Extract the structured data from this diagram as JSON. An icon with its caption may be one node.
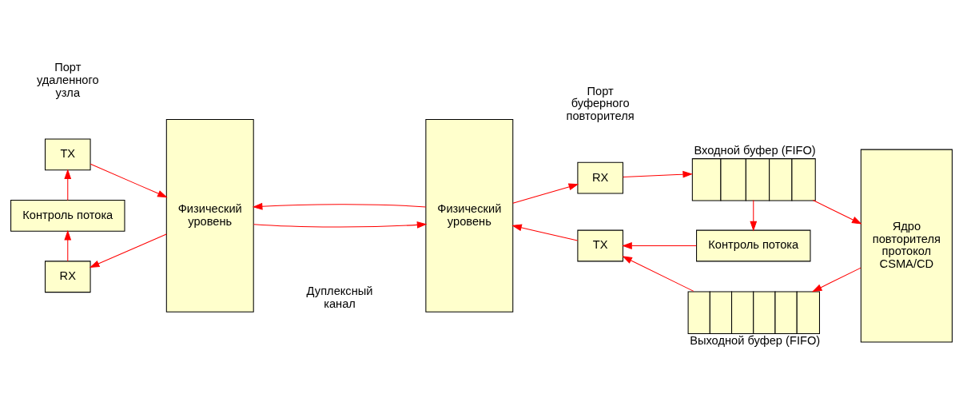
{
  "diagram": {
    "nodes": [
      {
        "text": [
          "TX"
        ]
      },
      {
        "text": [
          "Контроль потока"
        ]
      },
      {
        "text": [
          "RX"
        ]
      },
      {
        "text": [
          "Физический уровень"
        ]
      },
      {
        "text": [
          "Физический уровень"
        ]
      },
      {
        "text": [
          "RX"
        ]
      },
      {
        "text": [
          "Входной буфер (FIFO)"
        ]
      },
      {
        "text": [
          "Контроль потока"
        ]
      },
      {
        "text": [
          "TX"
        ]
      },
      {
        "text": [
          "Выходной буфер (FIFO)"
        ]
      },
      {
        "text": [
          "Ядро повторителя протокол CSMA/CD"
        ]
      }
    ],
    "edges": [
      {
        "from": 0,
        "to": 3,
        "arrow": "to"
      },
      {
        "from": 1,
        "to": 0,
        "arrow": "to"
      },
      {
        "from": 2,
        "to": 1,
        "arrow": "to"
      },
      {
        "from": 3,
        "to": 2,
        "arrow": "to"
      },
      {
        "from": 3,
        "to": 4,
        "arrow": "to"
      },
      {
        "from": 4,
        "to": 3,
        "arrow": "to"
      },
      {
        "from": 4,
        "to": 5,
        "arrow": "to"
      },
      {
        "from": 5,
        "to": 6,
        "arrow": "to"
      },
      {
        "from": 6,
        "to": 10,
        "arrow": "to"
      },
      {
        "from": 6,
        "to": 7,
        "arrow": "to"
      },
      {
        "from": 7,
        "to": 8,
        "arrow": "to"
      },
      {
        "from": 10,
        "to": 9,
        "arrow": "to"
      },
      {
        "from": 9,
        "to": 8,
        "arrow": "to"
      },
      {
        "from": 8,
        "to": 4,
        "arrow": "to"
      }
    ],
    "labels": [
      "Порт удаленного узла",
      "Дуплексный канал",
      "Порт буферного повторителя"
    ]
  }
}
